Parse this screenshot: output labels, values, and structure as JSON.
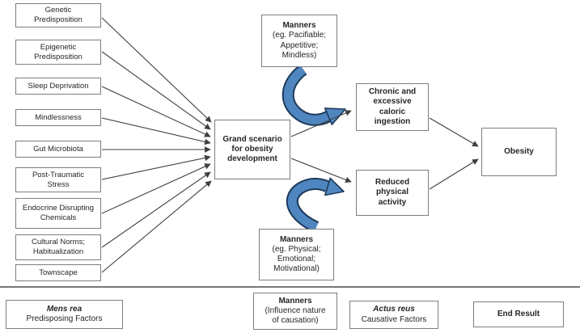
{
  "colors": {
    "arrow_blue": "#4f86c0",
    "arrow_outline": "#1e3a5a",
    "line": "#3f3f3f",
    "box_border": "#7d7d7d",
    "text": "#262626"
  },
  "factors": [
    {
      "lines": [
        "Genetic",
        "Predisposition"
      ]
    },
    {
      "lines": [
        "Epigenetic",
        "Predisposition"
      ]
    },
    {
      "lines": [
        "Sleep Deprivation"
      ]
    },
    {
      "lines": [
        "Mindlessness"
      ]
    },
    {
      "lines": [
        "Gut Microbiota"
      ]
    },
    {
      "lines": [
        "Post-Traumatic",
        "Stress"
      ]
    },
    {
      "lines": [
        "Endocrine Disrupting",
        "Chemicals"
      ]
    },
    {
      "lines": [
        "Cultural Norms;",
        "Habitualization"
      ]
    },
    {
      "lines": [
        "Townscape"
      ]
    }
  ],
  "center": {
    "lines": [
      "Grand scenario",
      "for obesity",
      "development"
    ]
  },
  "manners_top": {
    "title": "Manners",
    "lines": [
      "(eg. Pacifiable;",
      "Appetitive;",
      "Mindless)"
    ]
  },
  "manners_bottom": {
    "title": "Manners",
    "lines": [
      "(eg. Physical;",
      "Emotional;",
      "Motivational)"
    ]
  },
  "outcomes": {
    "caloric": {
      "lines": [
        "Chronic and",
        "excessive",
        "caloric",
        "ingestion"
      ]
    },
    "activity": {
      "lines": [
        "Reduced",
        "physical",
        "activity"
      ]
    },
    "obesity": {
      "label": "Obesity"
    }
  },
  "legend": {
    "mens_rea": {
      "title": "Mens rea",
      "subtitle": "Predisposing Factors"
    },
    "manners": {
      "title": "Manners",
      "lines": [
        "(Influence nature",
        "of causation)"
      ]
    },
    "actus_reus": {
      "title": "Actus reus",
      "subtitle": "Causative Factors"
    },
    "end_result": {
      "title": "End Result"
    }
  }
}
